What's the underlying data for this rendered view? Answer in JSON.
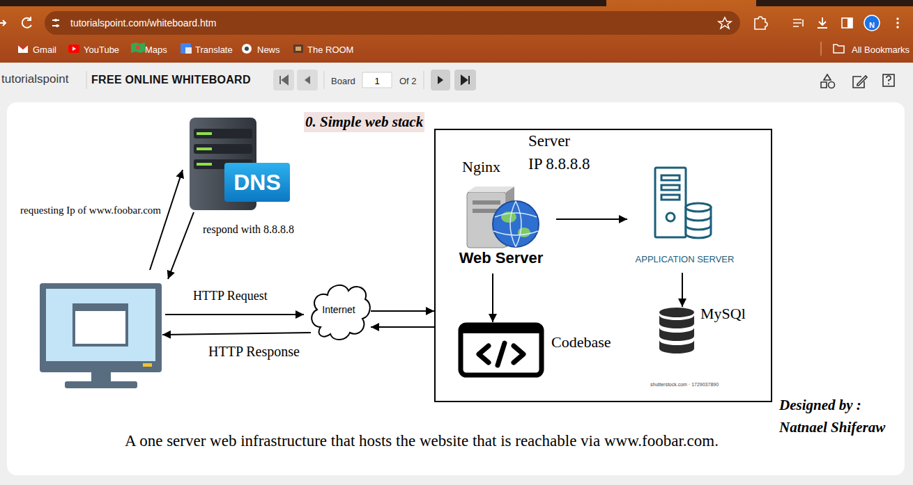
{
  "diagram": {
    "title": "0. Simple web stack",
    "caption": "A one server web infrastructure that hosts the website that is reachable via www.foobar.com.",
    "nodes": [
      {
        "text": [
          "DNS"
        ]
      },
      {
        "text": [
          "Internet"
        ]
      },
      {
        "text": [
          "Server",
          "IP 8.8.8.8"
        ]
      },
      {
        "text": [
          "Nginx",
          "Web Server"
        ],
        "in": 2
      },
      {
        "text": [
          "APPLICATION SERVER"
        ],
        "in": 2
      },
      {
        "text": [
          "Codebase"
        ],
        "in": 2
      },
      {
        "text": [
          "MySQl"
        ],
        "in": 2
      }
    ],
    "edges": [
      {
        "from": 1,
        "to": 2,
        "arrow": "to"
      },
      {
        "from": 2,
        "to": 1,
        "arrow": "to"
      },
      {
        "from": 3,
        "to": 4,
        "arrow": "to"
      },
      {
        "from": 3,
        "to": 5,
        "arrow": "to"
      },
      {
        "from": 4,
        "to": 6,
        "arrow": "to"
      }
    ],
    "labels": [
      "tutorialspoint.com/whiteboard.htm",
      "Gmail",
      "YouTube",
      "Maps",
      "Translate",
      "News",
      "The ROOM",
      "All Bookmarks",
      "tutorialspoint",
      "FREE ONLINE WHITEBOARD",
      "Board",
      "1",
      "Of 2",
      "N",
      "requesting Ip of www.foobar.com",
      "respond with 8.8.8.8",
      "HTTP Request",
      "HTTP Response",
      "shutterstock.com · 1729037890",
      "Designed by :",
      "Natnael Shiferaw"
    ]
  }
}
